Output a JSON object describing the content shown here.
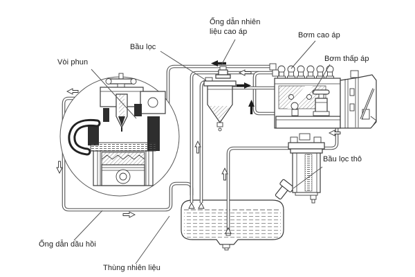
{
  "labels": {
    "high_pressure_fuel_line": "Ống dẫn nhiên liệu cao áp",
    "high_pressure_pump": "Bơm cao áp",
    "fuel_filter": "Bầu lọc",
    "low_pressure_pump": "Bơm thấp áp",
    "injector": "Vòi phun",
    "coarse_filter": "Bầu lọc thô",
    "return_oil_line": "Ống dẫn dầu hồi",
    "fuel_tank": "Thùng nhiên liệu"
  },
  "flow_indicators": [
    {
      "direction": "left",
      "style": "solid",
      "location": "high-pressure-line-top"
    },
    {
      "direction": "left",
      "style": "open",
      "location": "overflow-line-near-filter"
    },
    {
      "direction": "right",
      "style": "solid",
      "location": "filter-outlet-line"
    },
    {
      "direction": "up",
      "style": "solid",
      "location": "pump-loop"
    },
    {
      "direction": "up",
      "style": "open",
      "location": "filter-feed-riser"
    },
    {
      "direction": "up",
      "style": "open",
      "location": "tank-suction-riser"
    },
    {
      "direction": "left",
      "style": "open",
      "location": "coarse-filter-riser"
    },
    {
      "direction": "left",
      "style": "open",
      "location": "engine-loop-top"
    },
    {
      "direction": "down",
      "style": "open",
      "location": "engine-return-downpipe"
    },
    {
      "direction": "right",
      "style": "open",
      "location": "bottom-return-run"
    }
  ],
  "colors": {
    "line_art": "#3a3a3a",
    "label_text": "#1b1b1b",
    "background": "#ffffff"
  }
}
